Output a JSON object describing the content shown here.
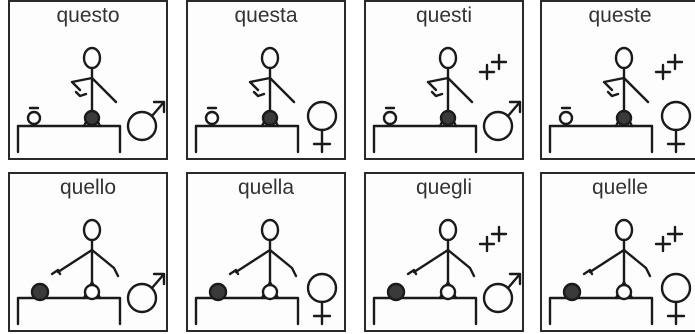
{
  "cards": [
    {
      "word": "questo",
      "distance": "near",
      "gender": "male",
      "plural": false
    },
    {
      "word": "questa",
      "distance": "near",
      "gender": "female",
      "plural": false
    },
    {
      "word": "questi",
      "distance": "near",
      "gender": "male",
      "plural": true
    },
    {
      "word": "queste",
      "distance": "near",
      "gender": "female",
      "plural": true
    },
    {
      "word": "quello",
      "distance": "far",
      "gender": "male",
      "plural": false
    },
    {
      "word": "quella",
      "distance": "far",
      "gender": "female",
      "plural": false
    },
    {
      "word": "quegli",
      "distance": "far",
      "gender": "male",
      "plural": true
    },
    {
      "word": "quelle",
      "distance": "far",
      "gender": "female",
      "plural": true
    }
  ],
  "colors": {
    "ink": "#1a1a1a",
    "dark_ball": "#3a3a3a",
    "border": "#2a2a2a"
  },
  "icons": [
    "person-icon",
    "table-icon",
    "ball-icon",
    "male-symbol-icon",
    "female-symbol-icon",
    "plural-plus-icon"
  ]
}
